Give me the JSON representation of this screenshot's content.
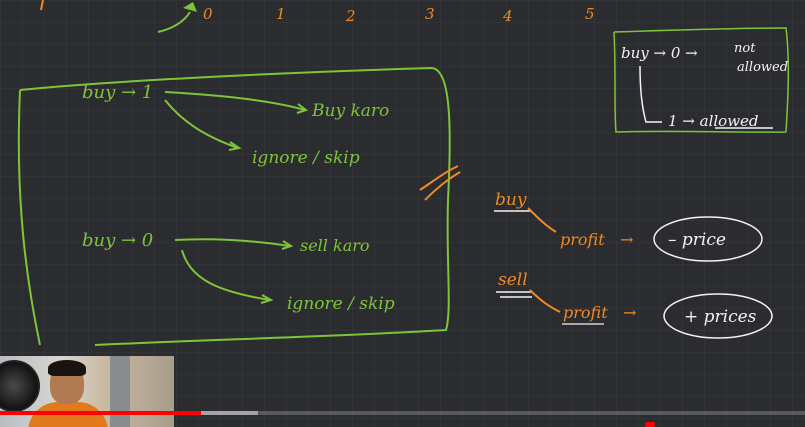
{
  "board": {
    "number_line": [
      "0",
      "1",
      "2",
      "3",
      "4",
      "5"
    ],
    "state_buy1": {
      "label": "buy → 1",
      "option_a": "Buy karo",
      "option_b": "ignore / skip"
    },
    "state_buy0": {
      "label": "buy → 0",
      "option_a": "sell karo",
      "option_b": "ignore / skip"
    },
    "legend": {
      "line1_a": "buy → 0 →",
      "line1_b": "not",
      "line1_c": "allowed",
      "line2": "1 → allowed"
    },
    "profit_buy": {
      "label": "buy",
      "profit": "profit",
      "result": "– price"
    },
    "profit_sell": {
      "label": "sell",
      "profit": "profit",
      "result": "+ prices"
    }
  },
  "colors": {
    "chalk_green": "#7ec43a",
    "chalk_orange": "#f08a24",
    "chalk_white": "#f3f3f3",
    "board_bg": "#2b2c2f",
    "progress_played": "#ff0000"
  },
  "player": {
    "progress_played": 0.25,
    "progress_buffered": 0.32
  },
  "icons": [
    "pen-cursor-icon",
    "webcam-feed"
  ]
}
